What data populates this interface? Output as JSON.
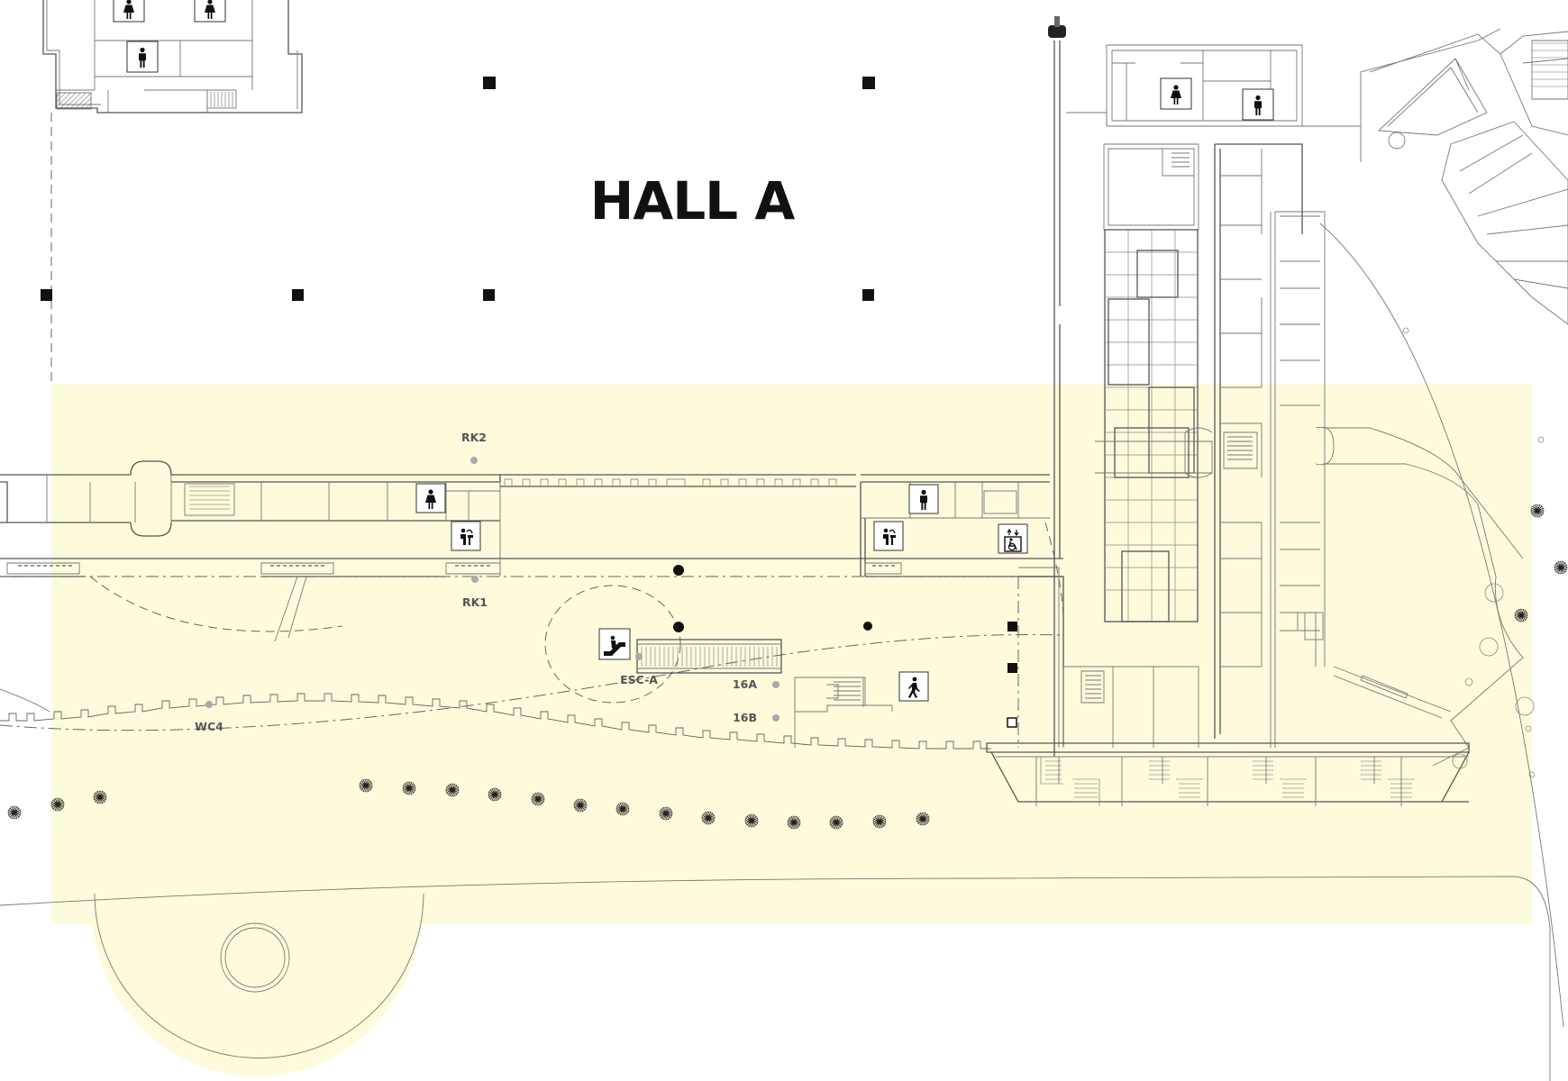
{
  "map": {
    "hall_title": "HALL A",
    "highlight_color": "#fdfbdb",
    "points_of_interest": [
      {
        "id": "RK2",
        "label": "RK2",
        "marker": "grey-dot"
      },
      {
        "id": "RK1",
        "label": "RK1",
        "marker": "grey-dot"
      },
      {
        "id": "ESC-A",
        "label": "ESC-A",
        "marker": "grey-dot"
      },
      {
        "id": "16A",
        "label": "16A",
        "marker": "grey-dot"
      },
      {
        "id": "16B",
        "label": "16B",
        "marker": "grey-dot"
      },
      {
        "id": "WC4",
        "label": "WC4",
        "marker": "grey-dot"
      }
    ],
    "icons": [
      "womens-restroom-icon",
      "mens-restroom-icon",
      "drinking-fountain-icon",
      "accessible-elevator-icon",
      "escalator-icon",
      "stairs-icon",
      "tree-icon"
    ]
  }
}
